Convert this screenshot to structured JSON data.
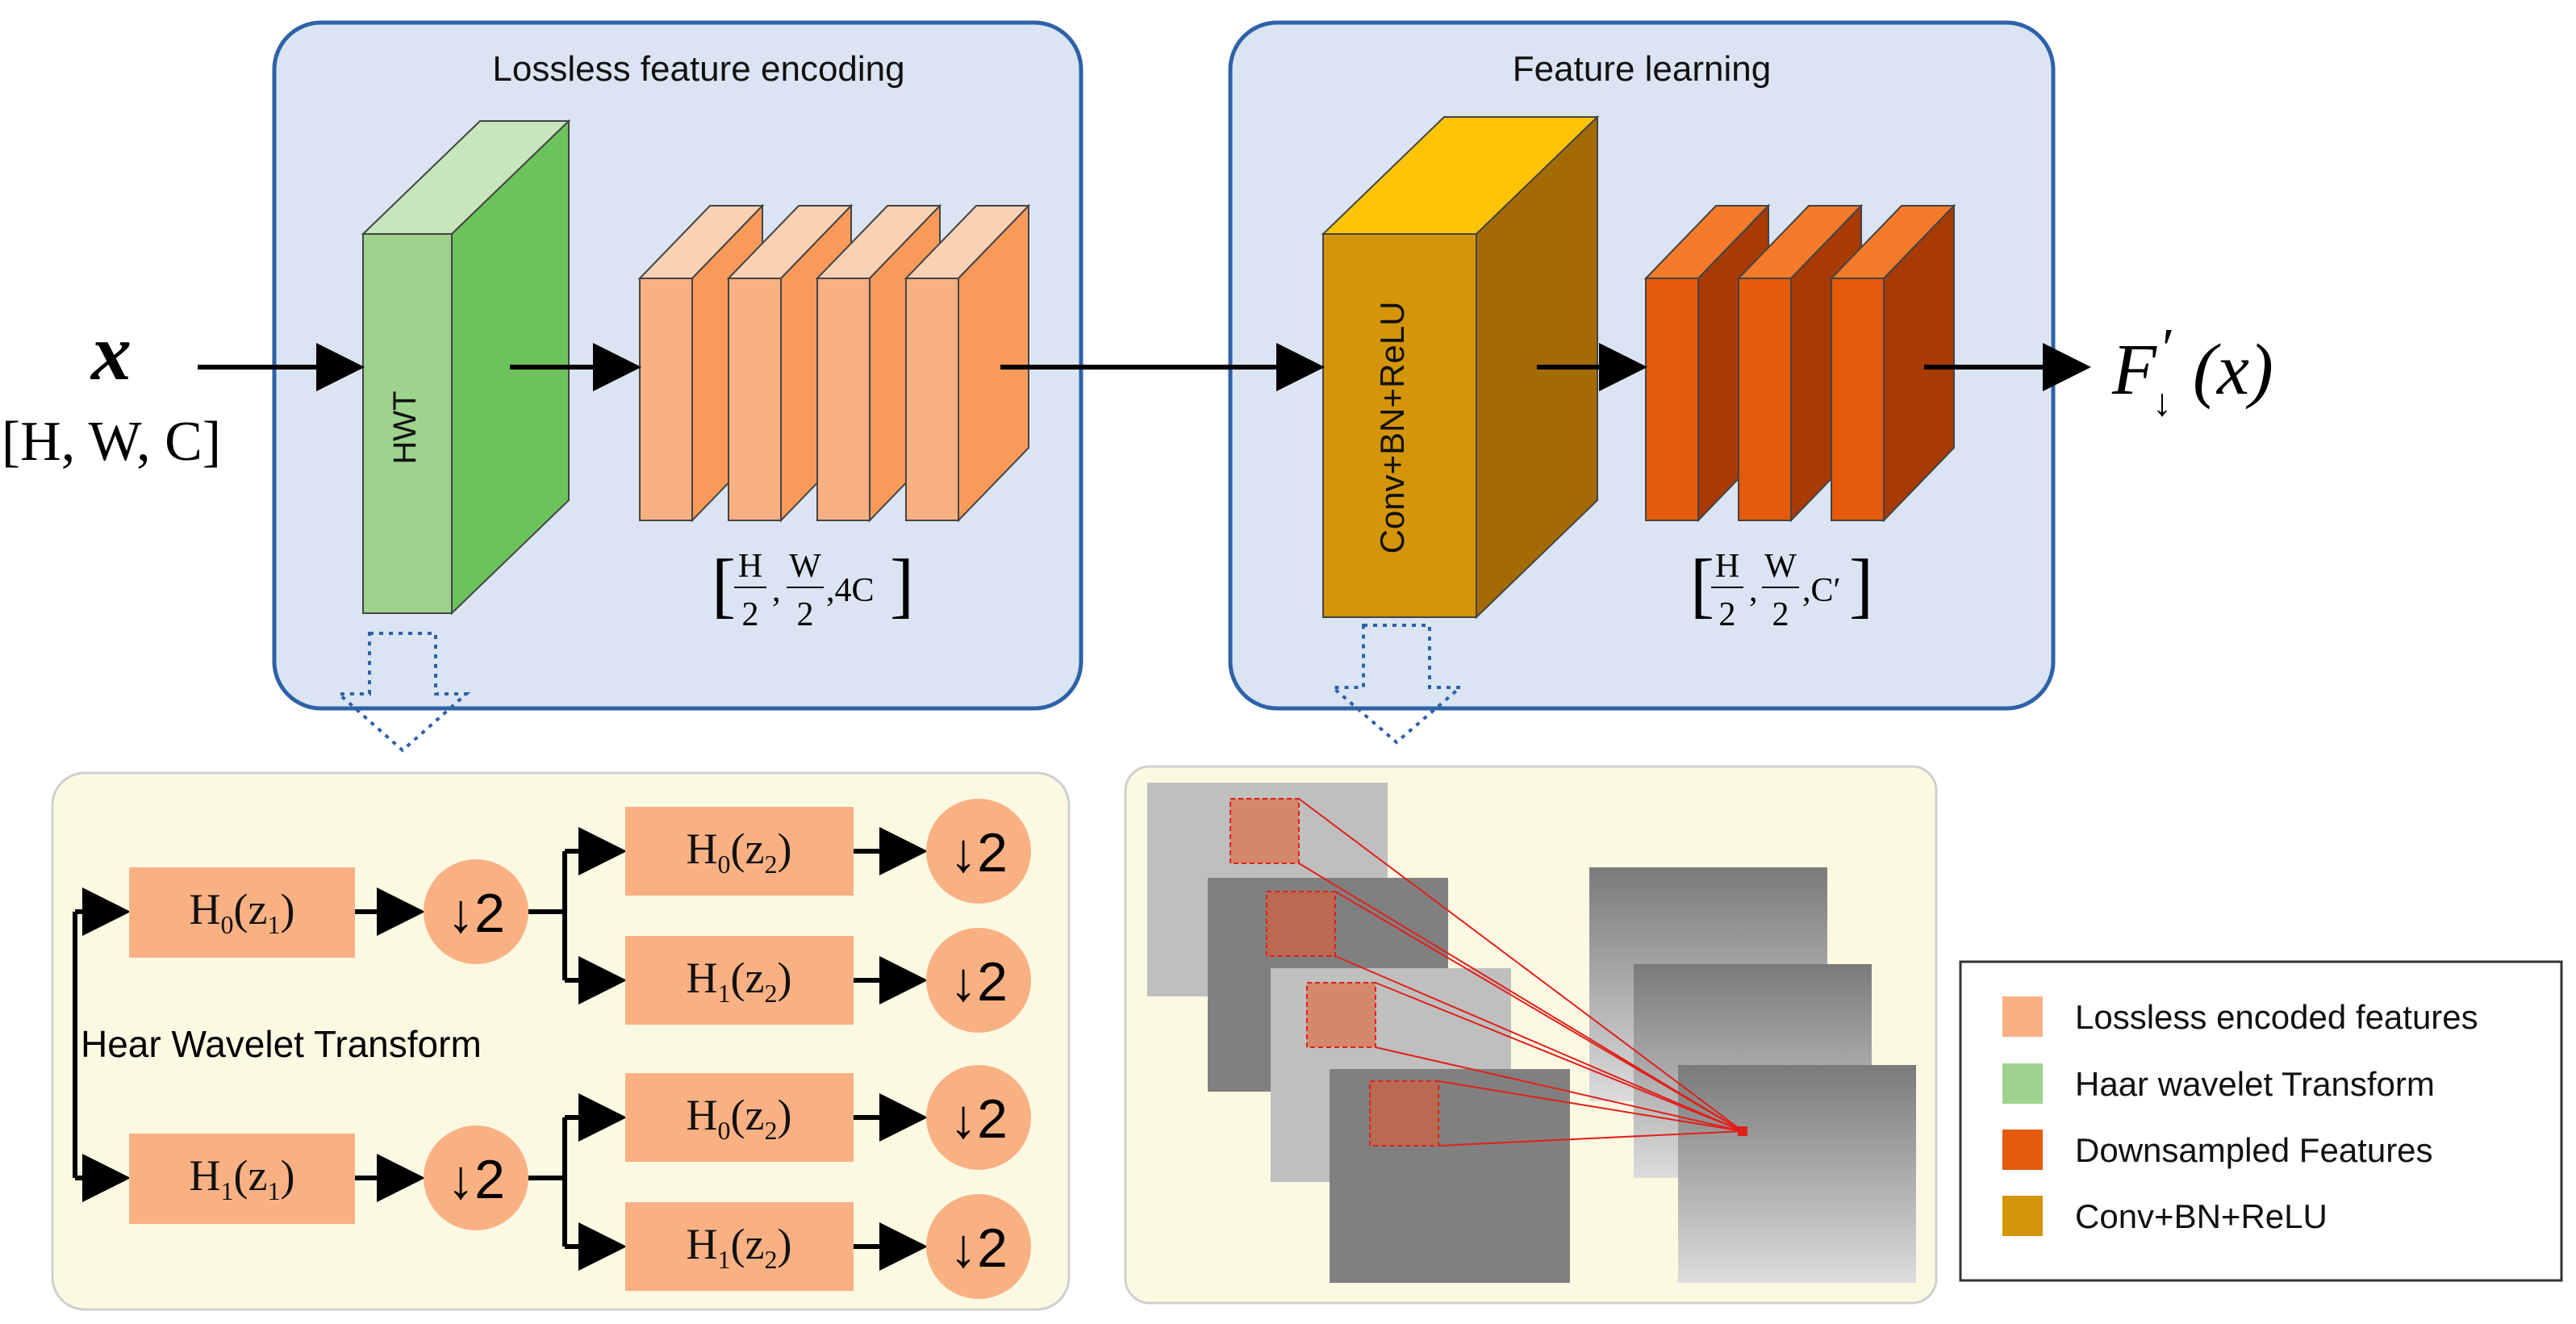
{
  "input": {
    "symbol": "x",
    "dims": "[H, W, C]"
  },
  "output": {
    "label_main": "F",
    "label_prime": "′",
    "label_sub": "↓",
    "label_arg": "(x)"
  },
  "panels": {
    "encoding": {
      "title": "Lossless feature encoding",
      "block_label": "HWT",
      "dims_top": [
        "H",
        "W"
      ],
      "dims_bottom": [
        "2",
        "2"
      ],
      "dims_last": ",4C"
    },
    "learning": {
      "title": "Feature learning",
      "block_label": "Conv+BN+ReLU",
      "dims_top": [
        "H",
        "W"
      ],
      "dims_bottom": [
        "2",
        "2"
      ],
      "dims_last": ",C′"
    }
  },
  "wavelet": {
    "title": "Hear Wavelet Transform",
    "stage1": [
      {
        "filter": "H",
        "sub": "0",
        "arg": "(z",
        "arg_sub": "1",
        "close": ")"
      },
      {
        "filter": "H",
        "sub": "1",
        "arg": "(z",
        "arg_sub": "1",
        "close": ")"
      }
    ],
    "stage2": [
      {
        "filter": "H",
        "sub": "0",
        "arg": "(z",
        "arg_sub": "2",
        "close": ")"
      },
      {
        "filter": "H",
        "sub": "1",
        "arg": "(z",
        "arg_sub": "2",
        "close": ")"
      },
      {
        "filter": "H",
        "sub": "0",
        "arg": "(z",
        "arg_sub": "2",
        "close": ")"
      },
      {
        "filter": "H",
        "sub": "1",
        "arg": "(z",
        "arg_sub": "2",
        "close": ")"
      }
    ],
    "downsample": "↓2"
  },
  "legend": {
    "items": [
      {
        "label": "Lossless encoded features",
        "color": "#F9B183"
      },
      {
        "label": "Haar wavelet Transform",
        "color": "#9ED38E"
      },
      {
        "label": "Downsampled Features",
        "color": "#E55A0B"
      },
      {
        "label": "Conv+BN+ReLU",
        "color": "#D4950A"
      }
    ]
  },
  "colors": {
    "panel_fill": "#DAE4F2",
    "panel_stroke": "#2E62A8",
    "bottom_panel_fill": "#FCF9E3",
    "arrow": "#000000",
    "filter_box": "#F9B183",
    "conv_link": "#E0201B"
  }
}
